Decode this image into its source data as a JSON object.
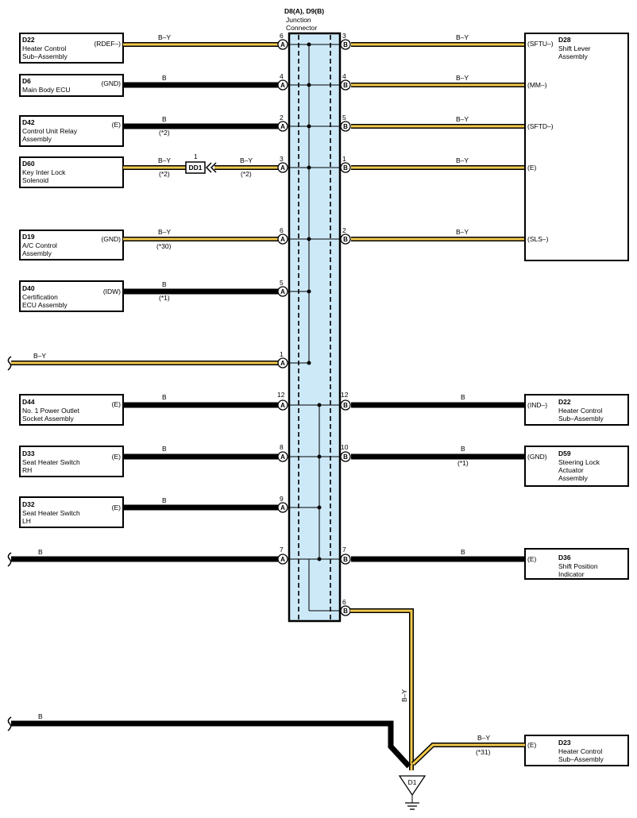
{
  "junction": {
    "code": "D8(A), D9(B)",
    "name_line1": "Junction",
    "name_line2": "Connector",
    "side_a": "A",
    "side_b": "B"
  },
  "left_components": [
    {
      "code": "D22",
      "name1": "Heater Control",
      "name2": "Sub–Assembly",
      "name3": "",
      "terminal": "(RDEF–)",
      "wire": "B–Y",
      "note": "",
      "pin": "6"
    },
    {
      "code": "D6",
      "name1": "Main Body ECU",
      "name2": "",
      "name3": "",
      "terminal": "(GND)",
      "wire": "B",
      "note": "",
      "pin": "4"
    },
    {
      "code": "D42",
      "name1": "Control Unit Relay",
      "name2": "Assembly",
      "name3": "",
      "terminal": "(E)",
      "wire": "B",
      "note": "(*2)",
      "pin": "2"
    },
    {
      "code": "D60",
      "name1": "Key Inter Lock",
      "name2": "Solenoid",
      "name3": "",
      "terminal": "",
      "wire": "B–Y",
      "note": "(*2)",
      "pin": "3"
    },
    {
      "code": "D19",
      "name1": "A/C Control",
      "name2": "Assembly",
      "name3": "",
      "terminal": "(GND)",
      "wire": "B–Y",
      "note": "(*30)",
      "pin": "6"
    },
    {
      "code": "D40",
      "name1": "Certification",
      "name2": "ECU Assembly",
      "name3": "",
      "terminal": "(IDW)",
      "wire": "B",
      "note": "(*1)",
      "pin": "5"
    },
    {
      "code": "D44",
      "name1": "No.  1 Power Outlet",
      "name2": "Socket Assembly",
      "name3": "",
      "terminal": "(E)",
      "wire": "B",
      "note": "",
      "pin": "12"
    },
    {
      "code": "D33",
      "name1": "Seat Heater Switch",
      "name2": "RH",
      "name3": "",
      "terminal": "(E)",
      "wire": "B",
      "note": "",
      "pin": "8"
    },
    {
      "code": "D32",
      "name1": "Seat Heater Switch",
      "name2": "LH",
      "name3": "",
      "terminal": "(E)",
      "wire": "B",
      "note": "",
      "pin": "9"
    }
  ],
  "inline_connector": {
    "code": "DD1",
    "pin": "1",
    "wire_right": "B–Y",
    "note_right": "(*2)"
  },
  "open_left_wires": [
    {
      "wire": "B–Y",
      "pin": "1"
    },
    {
      "wire": "B",
      "pin": "7"
    }
  ],
  "right_components": [
    {
      "code": "D28",
      "name1": "Shift Lever",
      "name2": "Assembly",
      "name3": "",
      "pins": [
        {
          "pin": "3",
          "wire": "B–Y",
          "terminal": "(SFTU–)"
        },
        {
          "pin": "4",
          "wire": "B–Y",
          "terminal": "(MM–)"
        },
        {
          "pin": "5",
          "wire": "B–Y",
          "terminal": "(SFTD–)"
        },
        {
          "pin": "1",
          "wire": "B–Y",
          "terminal": "(E)"
        },
        {
          "pin": "2",
          "wire": "B–Y",
          "terminal": "(SLS–)"
        }
      ]
    },
    {
      "code": "D22",
      "name1": "Heater Control",
      "name2": "Sub–Assembly",
      "name3": "",
      "pin": "12",
      "wire": "B",
      "terminal": "(IND–)",
      "note": ""
    },
    {
      "code": "D59",
      "name1": "Steering Lock",
      "name2": "Actuator",
      "name3": "Assembly",
      "pin": "10",
      "wire": "B",
      "terminal": "(GND)",
      "note": "(*1)"
    },
    {
      "code": "D36",
      "name1": "Shift Position",
      "name2": "Indicator",
      "name3": "",
      "pin": "7",
      "wire": "B",
      "terminal": "(E)",
      "note": ""
    },
    {
      "code": "D23",
      "name1": "Heater Control",
      "name2": "Sub–Assembly",
      "name3": "",
      "terminal": "(E)",
      "wire": "B–Y",
      "note": "(*31)"
    }
  ],
  "ground": {
    "code": "D1",
    "pin": "6",
    "wire_down": "B–Y",
    "wire_left": "B"
  },
  "colors": {
    "yellow": "#f2c94c",
    "black": "#000000",
    "junction_fill": "#cde9f7"
  }
}
